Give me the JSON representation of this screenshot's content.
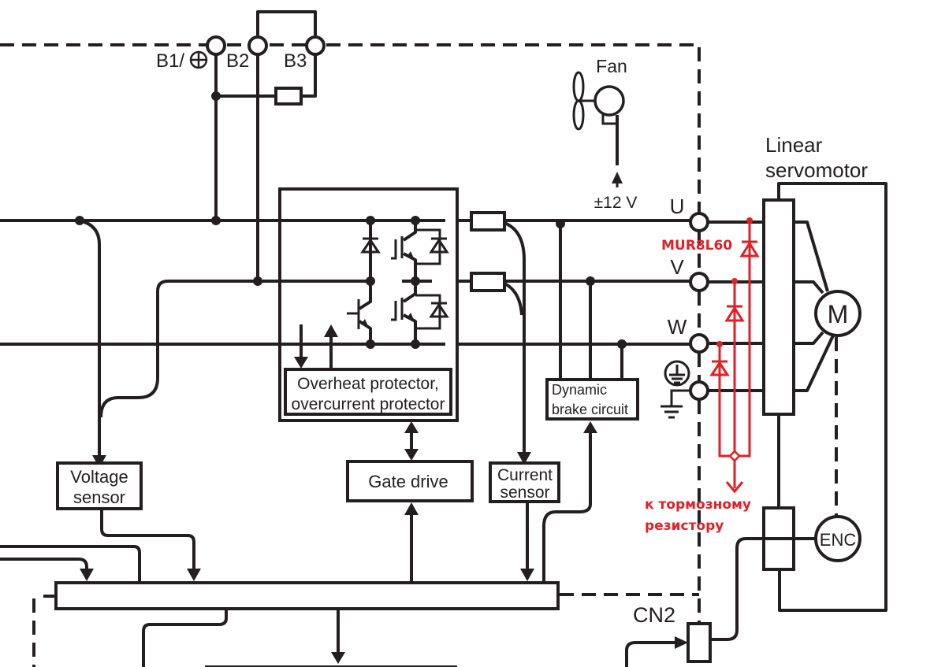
{
  "diagram": {
    "terminals": {
      "b1": "B1/",
      "b2": "B2",
      "b3": "B3",
      "u": "U",
      "v": "V",
      "w": "W"
    },
    "fan": {
      "label": "Fan",
      "supply": "±12 V"
    },
    "blocks": {
      "protector_line1": "Overheat protector,",
      "protector_line2": "overcurrent protector",
      "dynamic_brake_line1": "Dynamic",
      "dynamic_brake_line2": "brake circuit",
      "voltage_sensor_line1": "Voltage",
      "voltage_sensor_line2": "sensor",
      "gate_drive": "Gate drive",
      "current_sensor_line1": "Current",
      "current_sensor_line2": "sensor"
    },
    "motor": {
      "title_line1": "Linear",
      "title_line2": "servomotor",
      "motor_symbol": "M",
      "encoder_symbol": "ENC"
    },
    "connector": {
      "cn2": "CN2"
    },
    "annotation": {
      "diode_part": "MUR8L60",
      "note_line1": "к тормозному",
      "note_line2": "резистору",
      "color": "#e31e24"
    }
  }
}
